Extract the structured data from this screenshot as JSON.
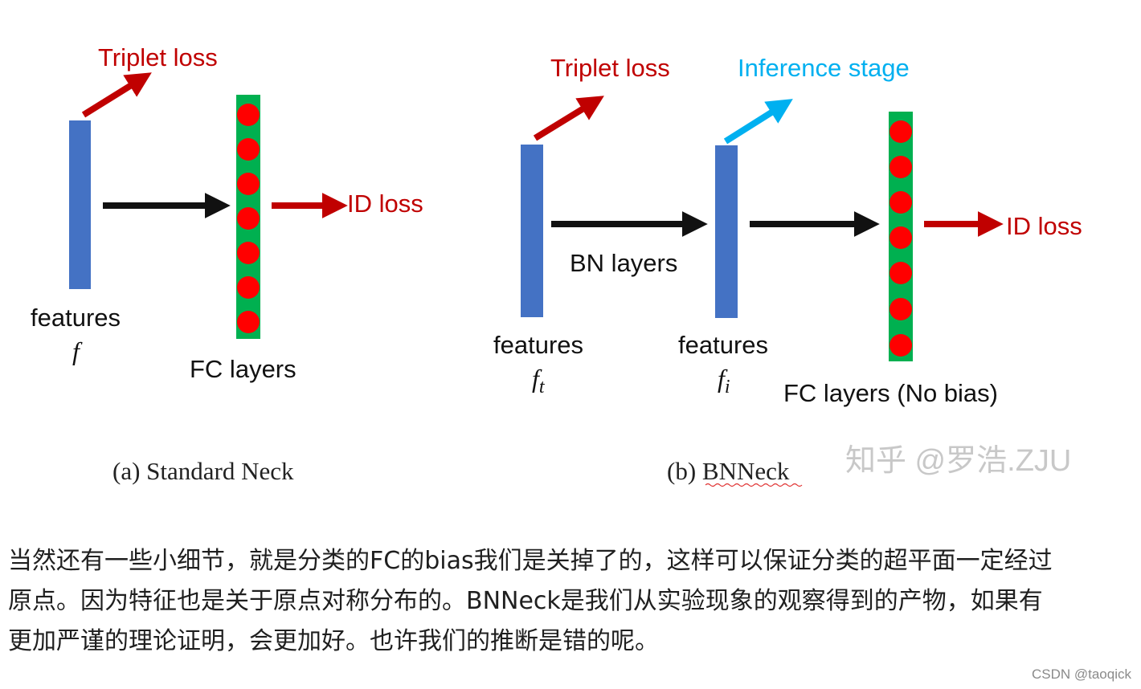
{
  "colors": {
    "red": "#c00000",
    "blue_bar": "#4472c4",
    "cyan": "#00b0f0",
    "green_bar": "#00b050",
    "neuron_red": "#ff0000",
    "black": "#111111",
    "watermark": "#c8c8c8"
  },
  "panel_a": {
    "triplet_label": "Triplet loss",
    "id_loss_label": "ID loss",
    "features_label": "features",
    "features_symbol": "f",
    "fc_label": "FC layers",
    "caption": "(a) Standard Neck"
  },
  "panel_b": {
    "triplet_label": "Triplet loss",
    "inference_label": "Inference stage",
    "bn_label": "BN layers",
    "id_loss_label": "ID loss",
    "features_t_label": "features",
    "features_t_symbol": "f",
    "features_t_sub": "t",
    "features_i_label": "features",
    "features_i_symbol": "f",
    "features_i_sub": "i",
    "fc_label": "FC layers (No bias)",
    "caption": "(b) BNNeck"
  },
  "watermark": "知乎 @罗浩.ZJU",
  "paragraph": {
    "line1": "当然还有一些小细节，就是分类的FC的bias我们是关掉了的，这样可以保证分类的超平面一定经过",
    "line2": "原点。因为特征也是关于原点对称分布的。BNNeck是我们从实验现象的观察得到的产物，如果有",
    "line3": "更加严谨的理论证明，会更加好。也许我们的推断是错的呢。"
  },
  "credit": "CSDN @taoqick"
}
